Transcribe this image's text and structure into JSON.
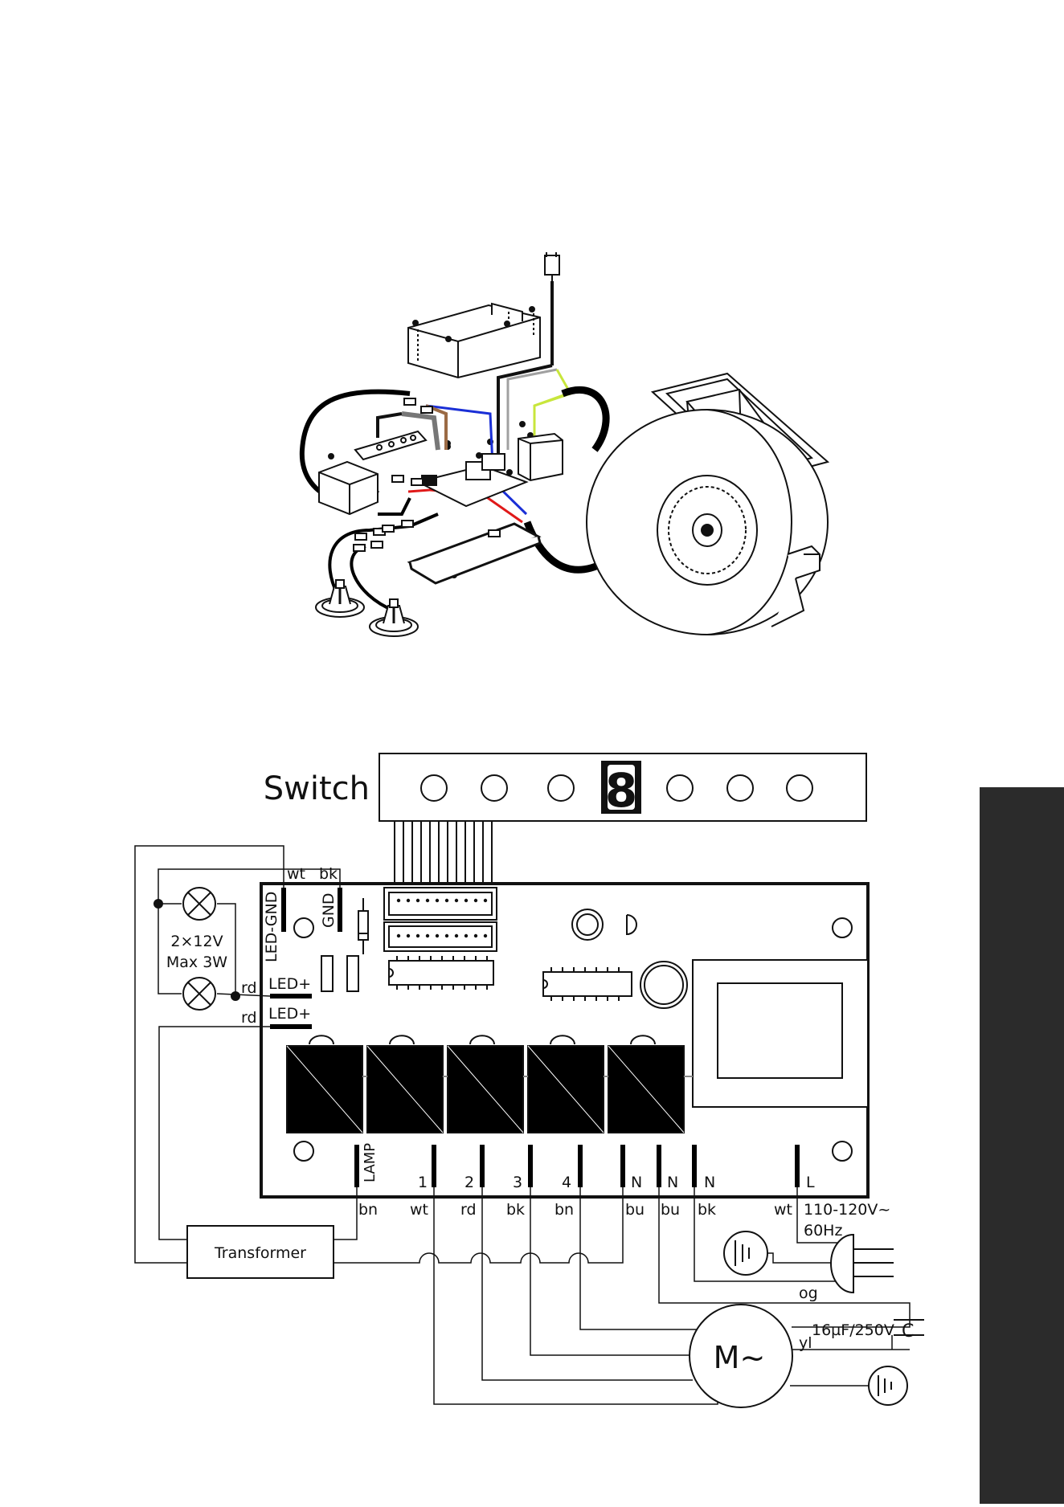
{
  "switch_panel": {
    "title": "Switch",
    "display_digit": "8"
  },
  "lamps": {
    "rating_line1": "2×12V",
    "rating_line2": "Max 3W"
  },
  "board_terminals": {
    "led_gnd": "LED-GND",
    "gnd": "GND",
    "led_plus_1": "LED+",
    "led_plus_2": "LED+",
    "lamp": "LAMP",
    "t1": "1",
    "t2": "2",
    "t3": "3",
    "t4": "4",
    "n1": "N",
    "n2": "N",
    "n3": "N",
    "l": "L"
  },
  "wire_colors": {
    "top_wt": "wt",
    "top_bk": "bk",
    "led_rd_1": "rd",
    "led_rd_2": "rd",
    "lamp_bn": "bn",
    "t1_wt": "wt",
    "t2_rd": "rd",
    "t3_bk": "bk",
    "t4_bn": "bn",
    "n1_bu": "bu",
    "n2_bu": "bu",
    "n3_bk": "bk",
    "l_wt": "wt",
    "cap_og": "og",
    "cap_yl": "yl"
  },
  "supply": {
    "voltage": "110-120V~",
    "frequency": "60Hz"
  },
  "transformer": {
    "label": "Transformer"
  },
  "motor": {
    "label": "M~"
  },
  "capacitor": {
    "rating": "16µF/250V",
    "symbol": "C"
  },
  "colors": {
    "line": "#111111",
    "relay_fill": "#000000",
    "side_tab": "#2b2b2b",
    "wire_blue": "#1a2fd6",
    "wire_brown": "#9b6b45",
    "wire_red": "#e01919",
    "wire_yellowgreen": "#c8e63c",
    "wire_gray": "#a0a0a0"
  }
}
